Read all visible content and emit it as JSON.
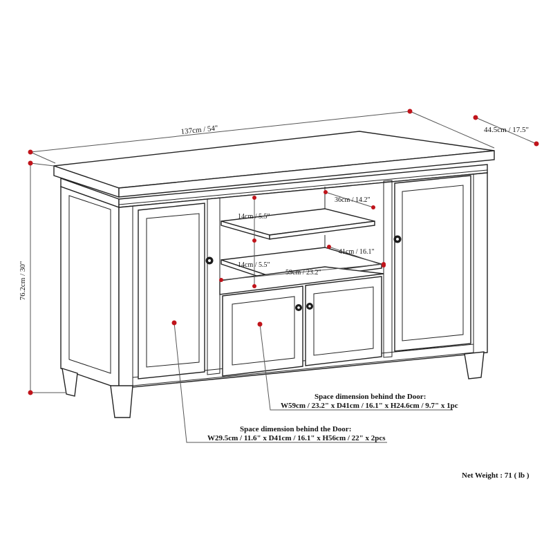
{
  "dimensions": {
    "width": "137cm / 54\"",
    "depth": "44.5cm / 17.5\"",
    "height": "76.2cm / 30\"",
    "shelf_top_height": "14cm / 5.5\"",
    "shelf_top_depth": "36cm / 14.2\"",
    "shelf_bottom_height": "14cm / 5.5\"",
    "shelf_bottom_depth": "41cm / 16.1\"",
    "shelf_width": "59cm / 23.2\""
  },
  "notes": {
    "center_door_title": "Space dimension behind the Door:",
    "center_door_detail": "W59cm / 23.2\" x D41cm / 16.1\" x H24.6cm / 9.7\" x 1pc",
    "side_door_title": "Space dimension behind the Door:",
    "side_door_detail": "W29.5cm / 11.6\" x D41cm / 16.1\" x H56cm / 22\" x 2pcs"
  },
  "net_weight": "Net Weight : 71 ( lb )",
  "colors": {
    "line": "#222222",
    "marker": "#c0141b"
  }
}
